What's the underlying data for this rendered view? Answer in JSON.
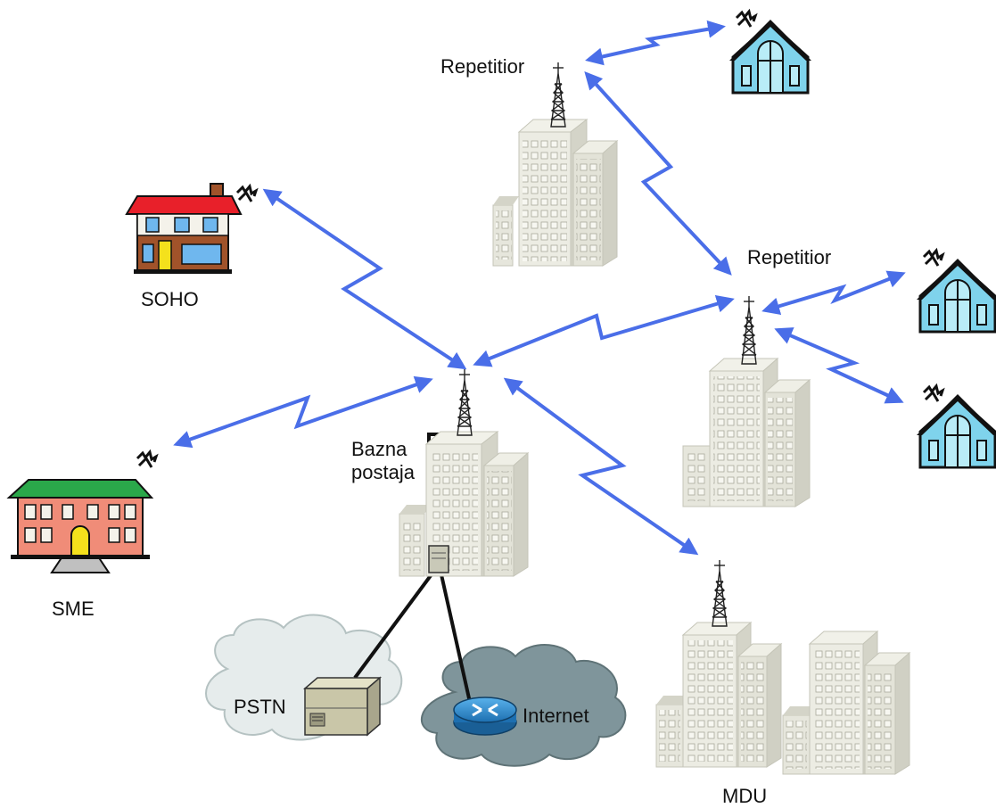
{
  "labels": {
    "repeater_top": "Repetitior",
    "repeater_right": "Repetitior",
    "soho": "SOHO",
    "sme": "SME",
    "base_station_line1": "Bazna",
    "base_station_line2": "postaja",
    "pstn": "PSTN",
    "internet": "Internet",
    "mdu": "MDU"
  },
  "colors": {
    "link_arrow": "#4a6ee8",
    "building": "#e6e6dc",
    "building_side": "#d4d4c8",
    "window": "#f4f4ee",
    "house_blue": "#7fd3ec",
    "soho_roof": "#e8202a",
    "sme_roof": "#2aa84a",
    "sme_wall": "#f08c78",
    "cloud_light": "#e6ecec",
    "cloud_dark": "#7f959b",
    "router": "#2f8fcf"
  }
}
